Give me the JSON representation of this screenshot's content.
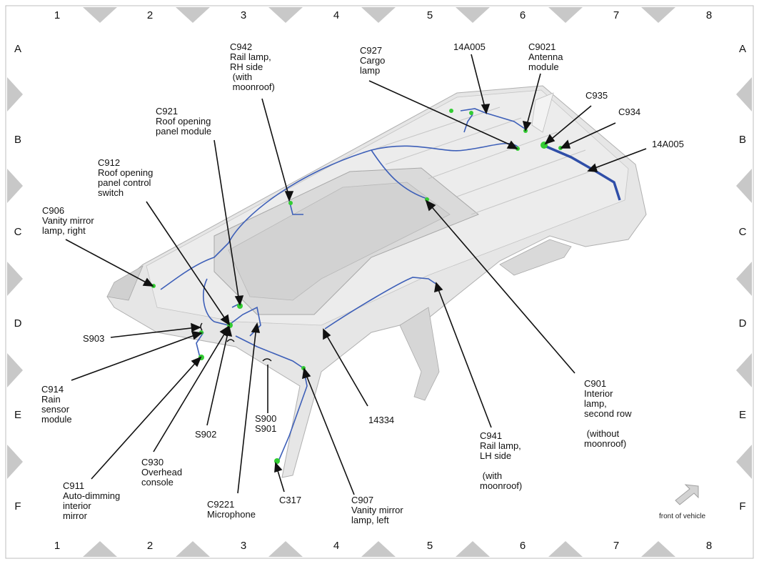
{
  "grid": {
    "columns": [
      "1",
      "2",
      "3",
      "4",
      "5",
      "6",
      "7",
      "8"
    ],
    "rows": [
      "A",
      "B",
      "C",
      "D",
      "E",
      "F"
    ]
  },
  "callouts": {
    "c942": "C942\nRail lamp,\nRH side\n (with\n moonroof)",
    "c927": "C927\nCargo\nlamp",
    "a14005_top": "14A005",
    "c9021": "C9021\nAntenna\nmodule",
    "c935": "C935",
    "c934": "C934",
    "a14005_right": "14A005",
    "c921": "C921\nRoof opening\npanel module",
    "c912": "C912\nRoof opening\npanel control\nswitch",
    "c906": "C906\nVanity mirror\nlamp, right",
    "s903": "S903",
    "c914": "C914\nRain\nsensor\nmodule",
    "s902": "S902",
    "c930": "C930\nOverhead\nconsole",
    "c911": "C911\nAuto-dimming\ninterior\nmirror",
    "c9221": "C9221\nMicrophone",
    "s900_s901": "S900\nS901",
    "c317": "C317",
    "c907": "C907\nVanity mirror\nlamp, left",
    "n14334": "14334",
    "c941": "C941\nRail lamp,\nLH side\n\n (with\nmoonroof)",
    "c901": "C901\nInterior\nlamp,\nsecond row\n\n (without\nmoonroof)"
  },
  "front_of_vehicle": "front of vehicle",
  "colors": {
    "harness": "#3d5fb8",
    "connector": "#33cc33",
    "roof": "#e3e3e3",
    "frame_marker": "#c8c8c8"
  }
}
